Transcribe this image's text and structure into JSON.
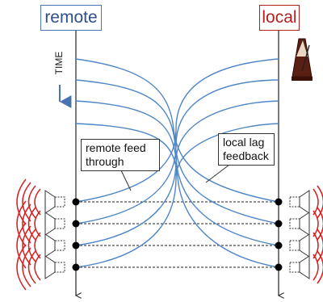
{
  "header": {
    "remote_label": "remote",
    "local_label": "local"
  },
  "axis": {
    "time_label": "TIME"
  },
  "callouts": {
    "remote_feed": "remote feed through",
    "local_lag": "local lag feedback"
  },
  "colors": {
    "remote_accent": "#4a73b2",
    "local_accent": "#b32020",
    "curve": "#4f86c6",
    "sound_wave": "#d42020"
  },
  "icons": {
    "metronome": "metronome-icon",
    "speaker": "speaker-icon"
  }
}
